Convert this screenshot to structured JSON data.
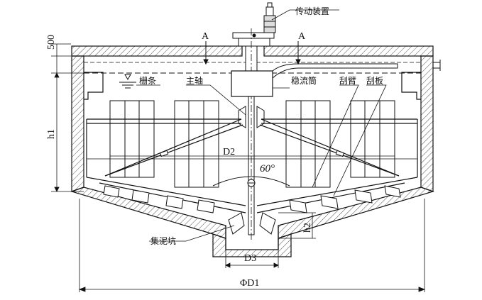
{
  "labels": {
    "drive": "传动装置",
    "grille": "栅条",
    "main_shaft": "主轴",
    "stilling_well": "稳流筒",
    "scraper_arm": "刮臂",
    "scraper_plate": "刮板",
    "sludge_pit": "集泥坑"
  },
  "dimensions": {
    "section_left": "A",
    "section_right": "A",
    "top_500": "500",
    "h1": "h1",
    "h2": "h2",
    "d2": "D2",
    "d3": "D3",
    "d1": "ΦD1",
    "angle": "60°"
  },
  "colors": {
    "line": "#111111",
    "hatch": "#555555"
  }
}
